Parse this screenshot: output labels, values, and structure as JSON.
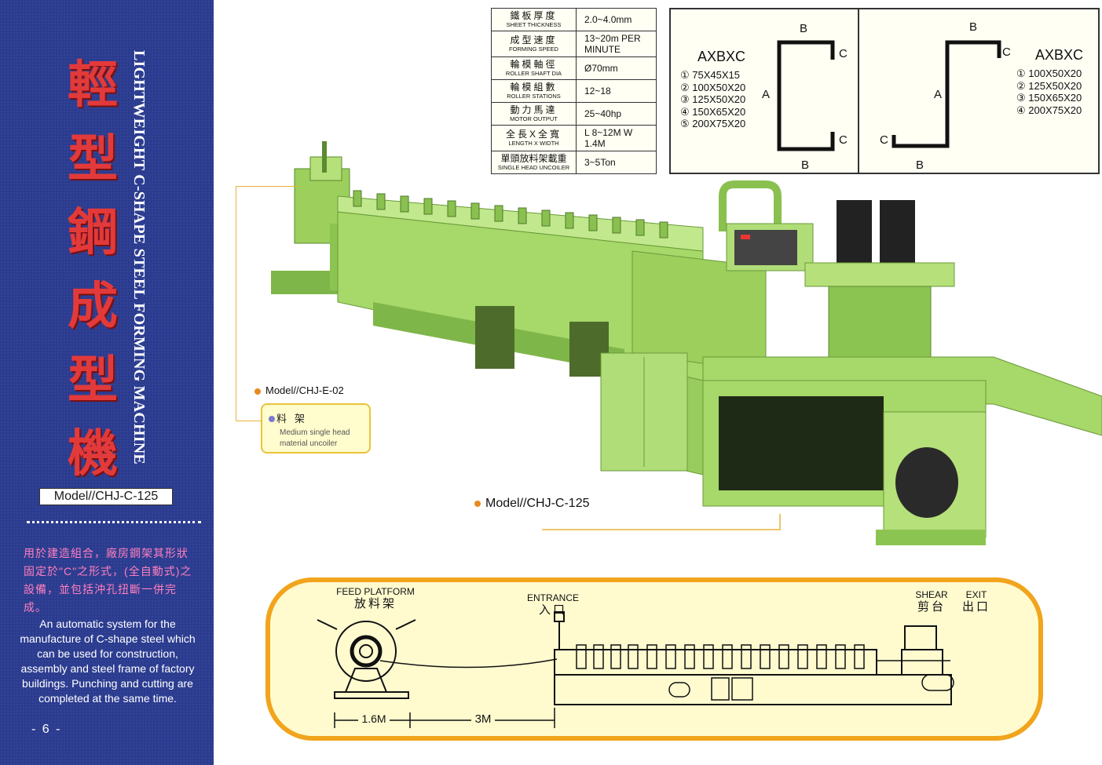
{
  "sidebar": {
    "cn_title": "輕型鋼成型機",
    "en_title": "LIGHTWEIGHT C-SHAPE STEEL FORMING MACHINE",
    "model": "Model//CHJ-C-125",
    "desc_cn": "用於建造組合，廠房鋼架其形狀固定於\"C\"之形式，(全自動式)之設備，並包括沖孔扭斷一併完成。",
    "desc_en": "An automatic system for the manufacture of C-shape steel which can be used for construction, assembly and steel frame of factory buildings. Punching and cutting are completed at the same time.",
    "page": "- 6 -"
  },
  "specs": [
    {
      "cn": "鐵板厚度",
      "en": "SHEET THICKNESS",
      "value": "2.0~4.0mm"
    },
    {
      "cn": "成型速度",
      "en": "FORMING SPEED",
      "value": "13~20m PER MINUTE"
    },
    {
      "cn": "輪模軸徑",
      "en": "ROLLER SHAFT DIA",
      "value": "Ø70mm"
    },
    {
      "cn": "輪模組數",
      "en": "ROLLER STATIONS",
      "value": "12~18"
    },
    {
      "cn": "動力馬達",
      "en": "MOTOR OUTPUT",
      "value": "25~40hp"
    },
    {
      "cn": "全長X全寬",
      "en": "LENGTH X WIDTH",
      "value": "L 8~12M W 1.4M"
    },
    {
      "cn": "單頭放料架載重",
      "en": "SINGLE HEAD UNCOILER",
      "value": "3~5Ton"
    }
  ],
  "profiles": {
    "c_shape": {
      "title": "AXBXC",
      "sizes": [
        "① 75X45X15",
        "② 100X50X20",
        "③ 125X50X20",
        "④ 150X65X20",
        "⑤ 200X75X20"
      ],
      "labels": {
        "a": "A",
        "b": "B",
        "c": "C"
      }
    },
    "z_shape": {
      "title": "AXBXC",
      "sizes": [
        "① 100X50X20",
        "② 125X50X20",
        "③ 150X65X20",
        "④ 200X75X20"
      ],
      "labels": {
        "a": "A",
        "b": "B",
        "c": "C"
      }
    }
  },
  "callouts": {
    "e02_model": "Model//CHJ-E-02",
    "uncoiler_cn": "料架",
    "uncoiler_en_1": "Medium single head",
    "uncoiler_en_2": "material uncoiler",
    "c125_model": "Model//CHJ-C-125"
  },
  "flow": {
    "feed_en": "FEED PLATFORM",
    "feed_cn": "放料架",
    "entrance_en": "ENTRANCE",
    "entrance_cn": "入口",
    "shear_en": "SHEAR",
    "shear_cn": "剪台",
    "exit_en": "EXIT",
    "exit_cn": "出口",
    "dim_1": "1.6M",
    "dim_2": "3M"
  },
  "colors": {
    "sidebar": "#2b3b8f",
    "machine_green": "#a6d86a",
    "accent_orange": "#f1a41c",
    "title_red": "#e23a3a"
  }
}
